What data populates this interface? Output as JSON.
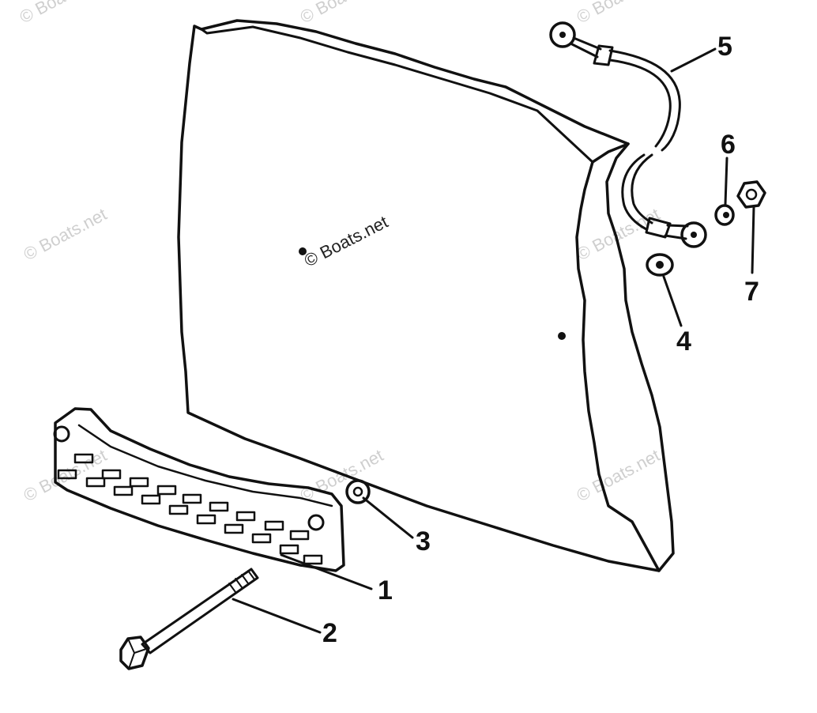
{
  "watermarks": {
    "text": "© Boats.net"
  },
  "center_watermark": "© Boats.net",
  "callouts": [
    {
      "id": "1",
      "label": "1"
    },
    {
      "id": "2",
      "label": "2"
    },
    {
      "id": "3",
      "label": "3"
    },
    {
      "id": "4",
      "label": "4"
    },
    {
      "id": "5",
      "label": "5"
    },
    {
      "id": "6",
      "label": "6"
    },
    {
      "id": "7",
      "label": "7"
    }
  ],
  "colors": {
    "ink": "#111111",
    "background": "#ffffff",
    "watermark": "#cfcfcf"
  }
}
